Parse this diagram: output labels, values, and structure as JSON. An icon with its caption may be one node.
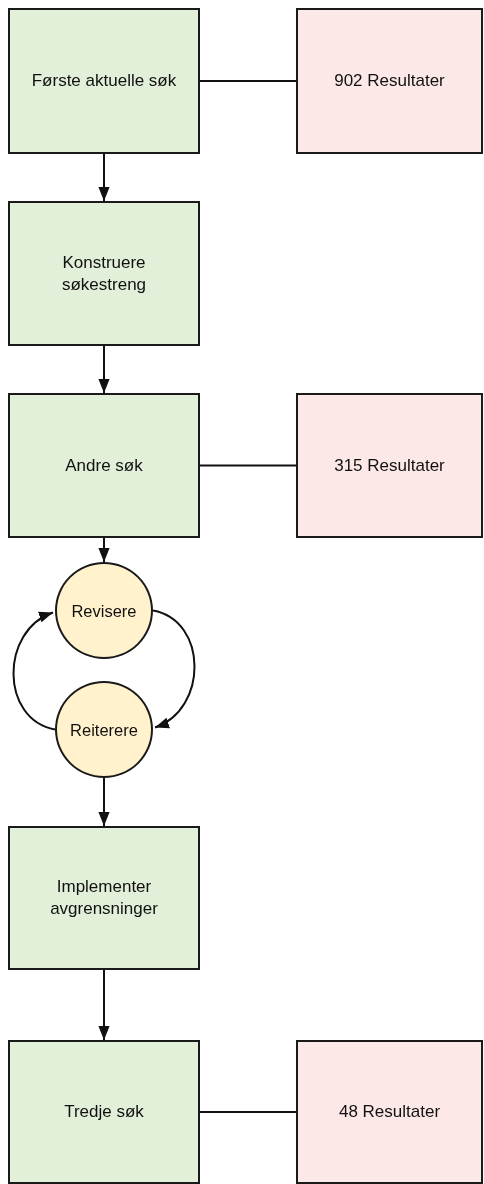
{
  "diagram": {
    "nodes": [
      {
        "text": [
          "Første aktuelle søk"
        ]
      },
      {
        "text": [
          "902 Resultater"
        ]
      },
      {
        "text": [
          "Konstruere søkestreng"
        ]
      },
      {
        "text": [
          "Andre søk"
        ]
      },
      {
        "text": [
          "315 Resultater"
        ]
      },
      {
        "text": [
          "Revisere"
        ]
      },
      {
        "text": [
          "Reiterere"
        ]
      },
      {
        "text": [
          "Implementer avgrensninger"
        ]
      },
      {
        "text": [
          "Tredje søk"
        ]
      },
      {
        "text": [
          "48 Resultater"
        ]
      }
    ],
    "edges": [
      {
        "from": 0,
        "to": 1,
        "arrow": "none"
      },
      {
        "from": 0,
        "to": 2,
        "arrow": "to"
      },
      {
        "from": 2,
        "to": 3,
        "arrow": "to"
      },
      {
        "from": 3,
        "to": 4,
        "arrow": "none"
      },
      {
        "from": 3,
        "to": 5,
        "arrow": "to"
      },
      {
        "from": 5,
        "to": 6,
        "arrow": "to"
      },
      {
        "from": 6,
        "to": 5,
        "arrow": "to"
      },
      {
        "from": 6,
        "to": 7,
        "arrow": "to"
      },
      {
        "from": 7,
        "to": 8,
        "arrow": "to"
      },
      {
        "from": 8,
        "to": 9,
        "arrow": "none"
      }
    ]
  }
}
